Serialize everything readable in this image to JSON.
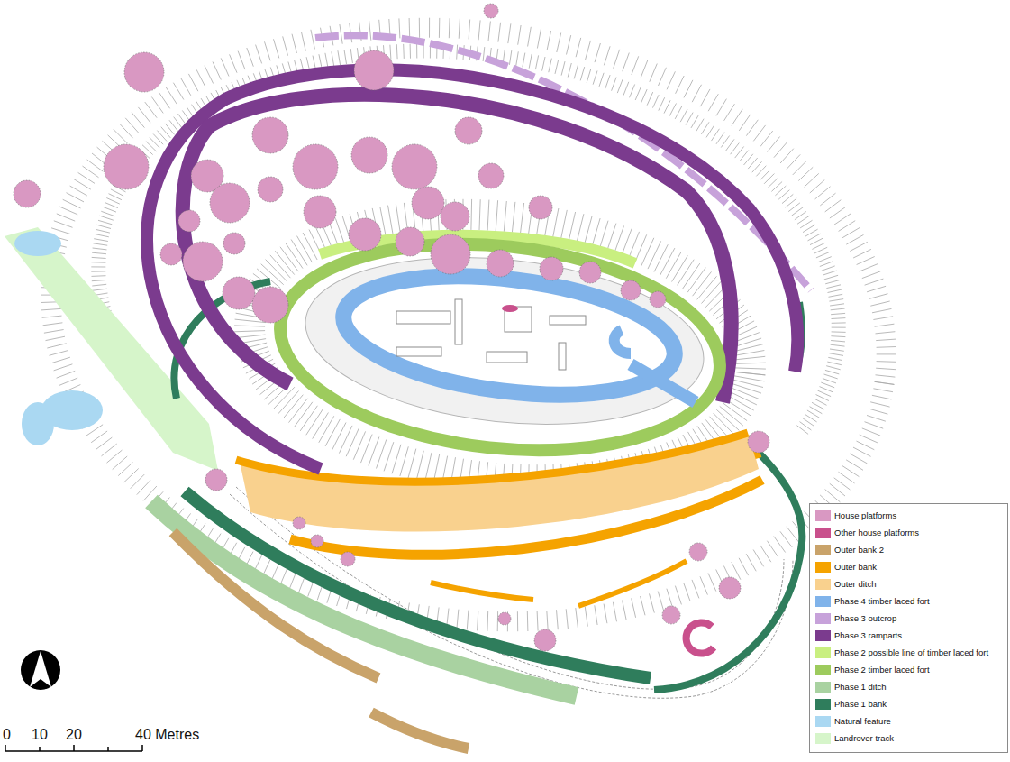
{
  "diagram": {
    "labels": [
      "0",
      "10",
      "20",
      "40 Metres"
    ],
    "legend": [
      {
        "text": "House platforms",
        "color": "#d998c2"
      },
      {
        "text": "Other house platforms",
        "color": "#c9508c"
      },
      {
        "text": "Outer bank 2",
        "color": "#c9a36a"
      },
      {
        "text": "Outer bank",
        "color": "#f5a300"
      },
      {
        "text": "Outer ditch",
        "color": "#f9d18e"
      },
      {
        "text": "Phase 4 timber laced fort",
        "color": "#80b3ea"
      },
      {
        "text": "Phase 3 outcrop",
        "color": "#c7a2da"
      },
      {
        "text": "Phase 3 ramparts",
        "color": "#7b3b8e"
      },
      {
        "text": "Phase 2 possible line of timber laced fort",
        "color": "#c9ef80"
      },
      {
        "text": "Phase 2 timber laced fort",
        "color": "#9dcb5d"
      },
      {
        "text": "Phase 1 ditch",
        "color": "#a9d2a1"
      },
      {
        "text": "Phase 1 bank",
        "color": "#2f7d5c"
      },
      {
        "text": "Natural feature",
        "color": "#aad8f2"
      },
      {
        "text": "Landrover track",
        "color": "#d6f5ca"
      }
    ]
  }
}
